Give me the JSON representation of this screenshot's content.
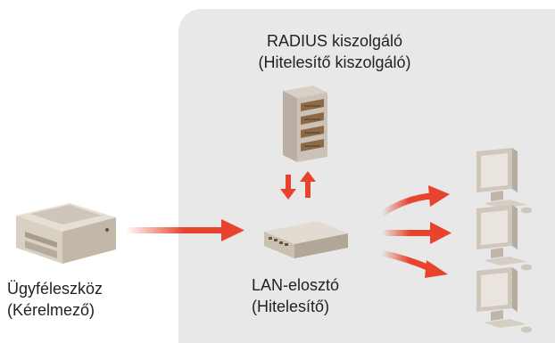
{
  "diagram": {
    "server": {
      "line1": "RADIUS kiszolgáló",
      "line2": "(Hitelesítő kiszolgáló)"
    },
    "client": {
      "line1": "Ügyféleszköz",
      "line2": "(Kérelmező)"
    },
    "switch": {
      "line1": "LAN-elosztó",
      "line2": "(Hitelesítő)"
    },
    "icons": [
      "printer-icon",
      "server-icon",
      "lan-switch-icon",
      "monitor-icon",
      "monitor-icon",
      "monitor-icon"
    ],
    "arrow_color": "#e8432c",
    "panel_color": "#e8e8e8"
  }
}
